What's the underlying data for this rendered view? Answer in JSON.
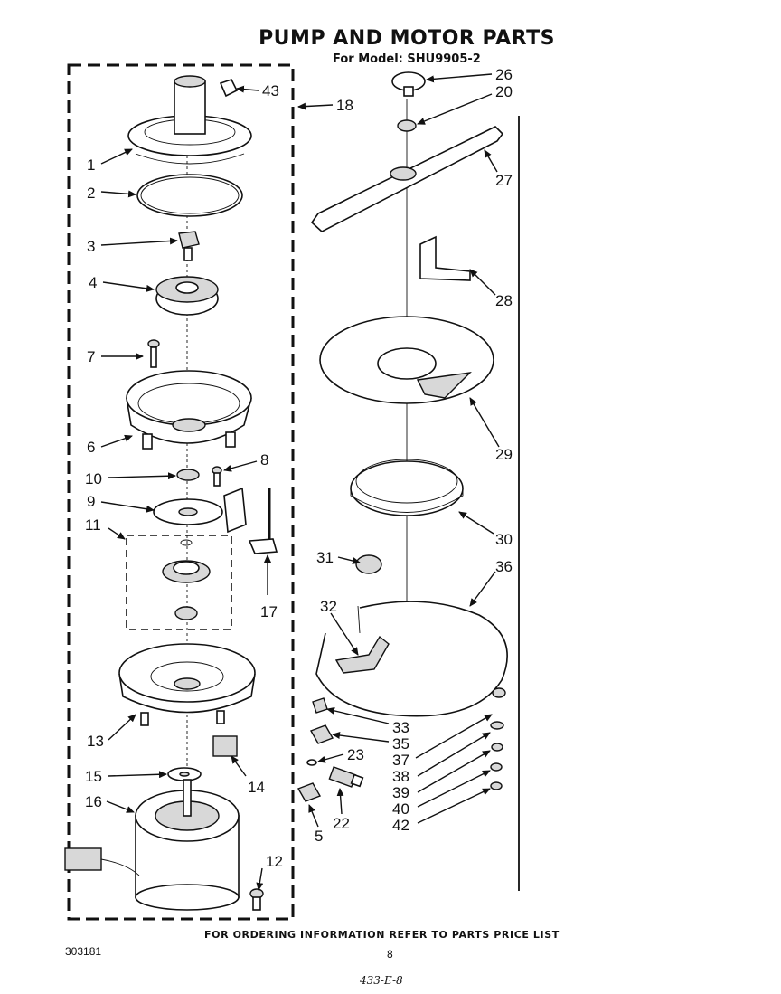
{
  "title": "PUMP AND MOTOR PARTS",
  "subtitle": "For Model: SHU9905-2",
  "footer": "FOR ORDERING INFORMATION REFER TO PARTS PRICE LIST",
  "doc_number": "303181",
  "page_number": "8",
  "handwritten_note": "433-E-8",
  "labels": {
    "p1": "1",
    "p2": "2",
    "p3": "3",
    "p4": "4",
    "p5": "5",
    "p6": "6",
    "p7": "7",
    "p8": "8",
    "p9": "9",
    "p10": "10",
    "p11": "11",
    "p12": "12",
    "p13": "13",
    "p14": "14",
    "p15": "15",
    "p16": "16",
    "p17": "17",
    "p18": "18",
    "p20": "20",
    "p22": "22",
    "p23": "23",
    "p26": "26",
    "p27": "27",
    "p28": "28",
    "p29": "29",
    "p30": "30",
    "p31": "31",
    "p32": "32",
    "p33": "33",
    "p35": "35",
    "p36": "36",
    "p37": "37",
    "p38": "38",
    "p39": "39",
    "p40": "40",
    "p42": "42",
    "p43": "43"
  }
}
